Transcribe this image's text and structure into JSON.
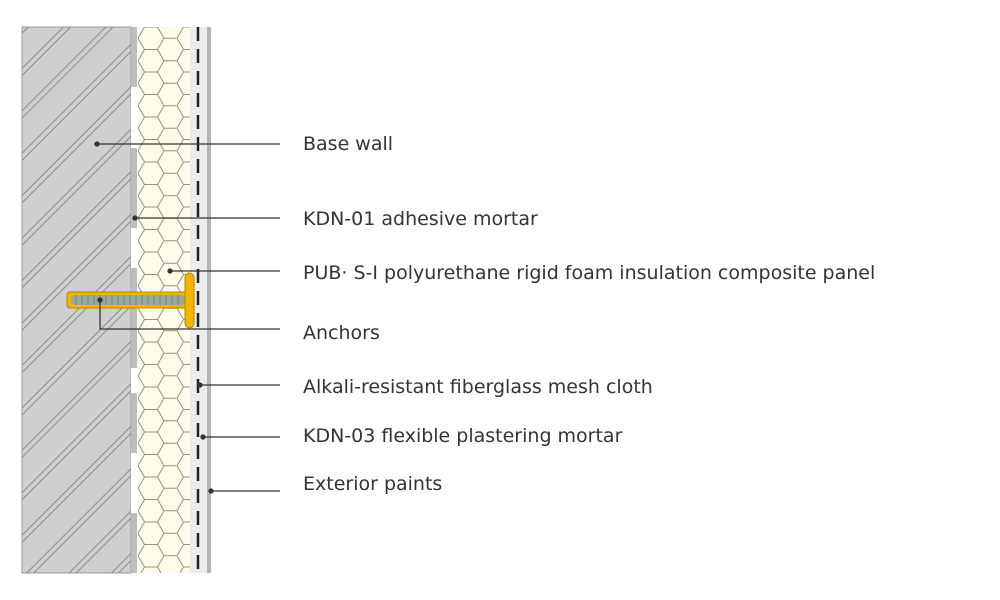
{
  "labels": [
    {
      "id": "base-wall",
      "text": "Base wall"
    },
    {
      "id": "adhesive-mortar",
      "text": "KDN-01 adhesive mortar"
    },
    {
      "id": "insulation-panel",
      "text": "PUB· S-I polyurethane rigid foam insulation composite panel"
    },
    {
      "id": "anchors",
      "text": "Anchors"
    },
    {
      "id": "mesh-cloth",
      "text": "Alkali-resistant fiberglass mesh cloth"
    },
    {
      "id": "plastering-mortar",
      "text": "KDN-03 flexible plastering mortar"
    },
    {
      "id": "exterior-paints",
      "text": "Exterior paints"
    }
  ],
  "colors": {
    "wall": "#cfcfcf",
    "hatch": "#8a8a8a",
    "foam": "#fffdea",
    "hex": "#9a9080",
    "anchor": "#f2b600",
    "anchor_shaft": "#9aa89c",
    "leader": "#333333"
  }
}
